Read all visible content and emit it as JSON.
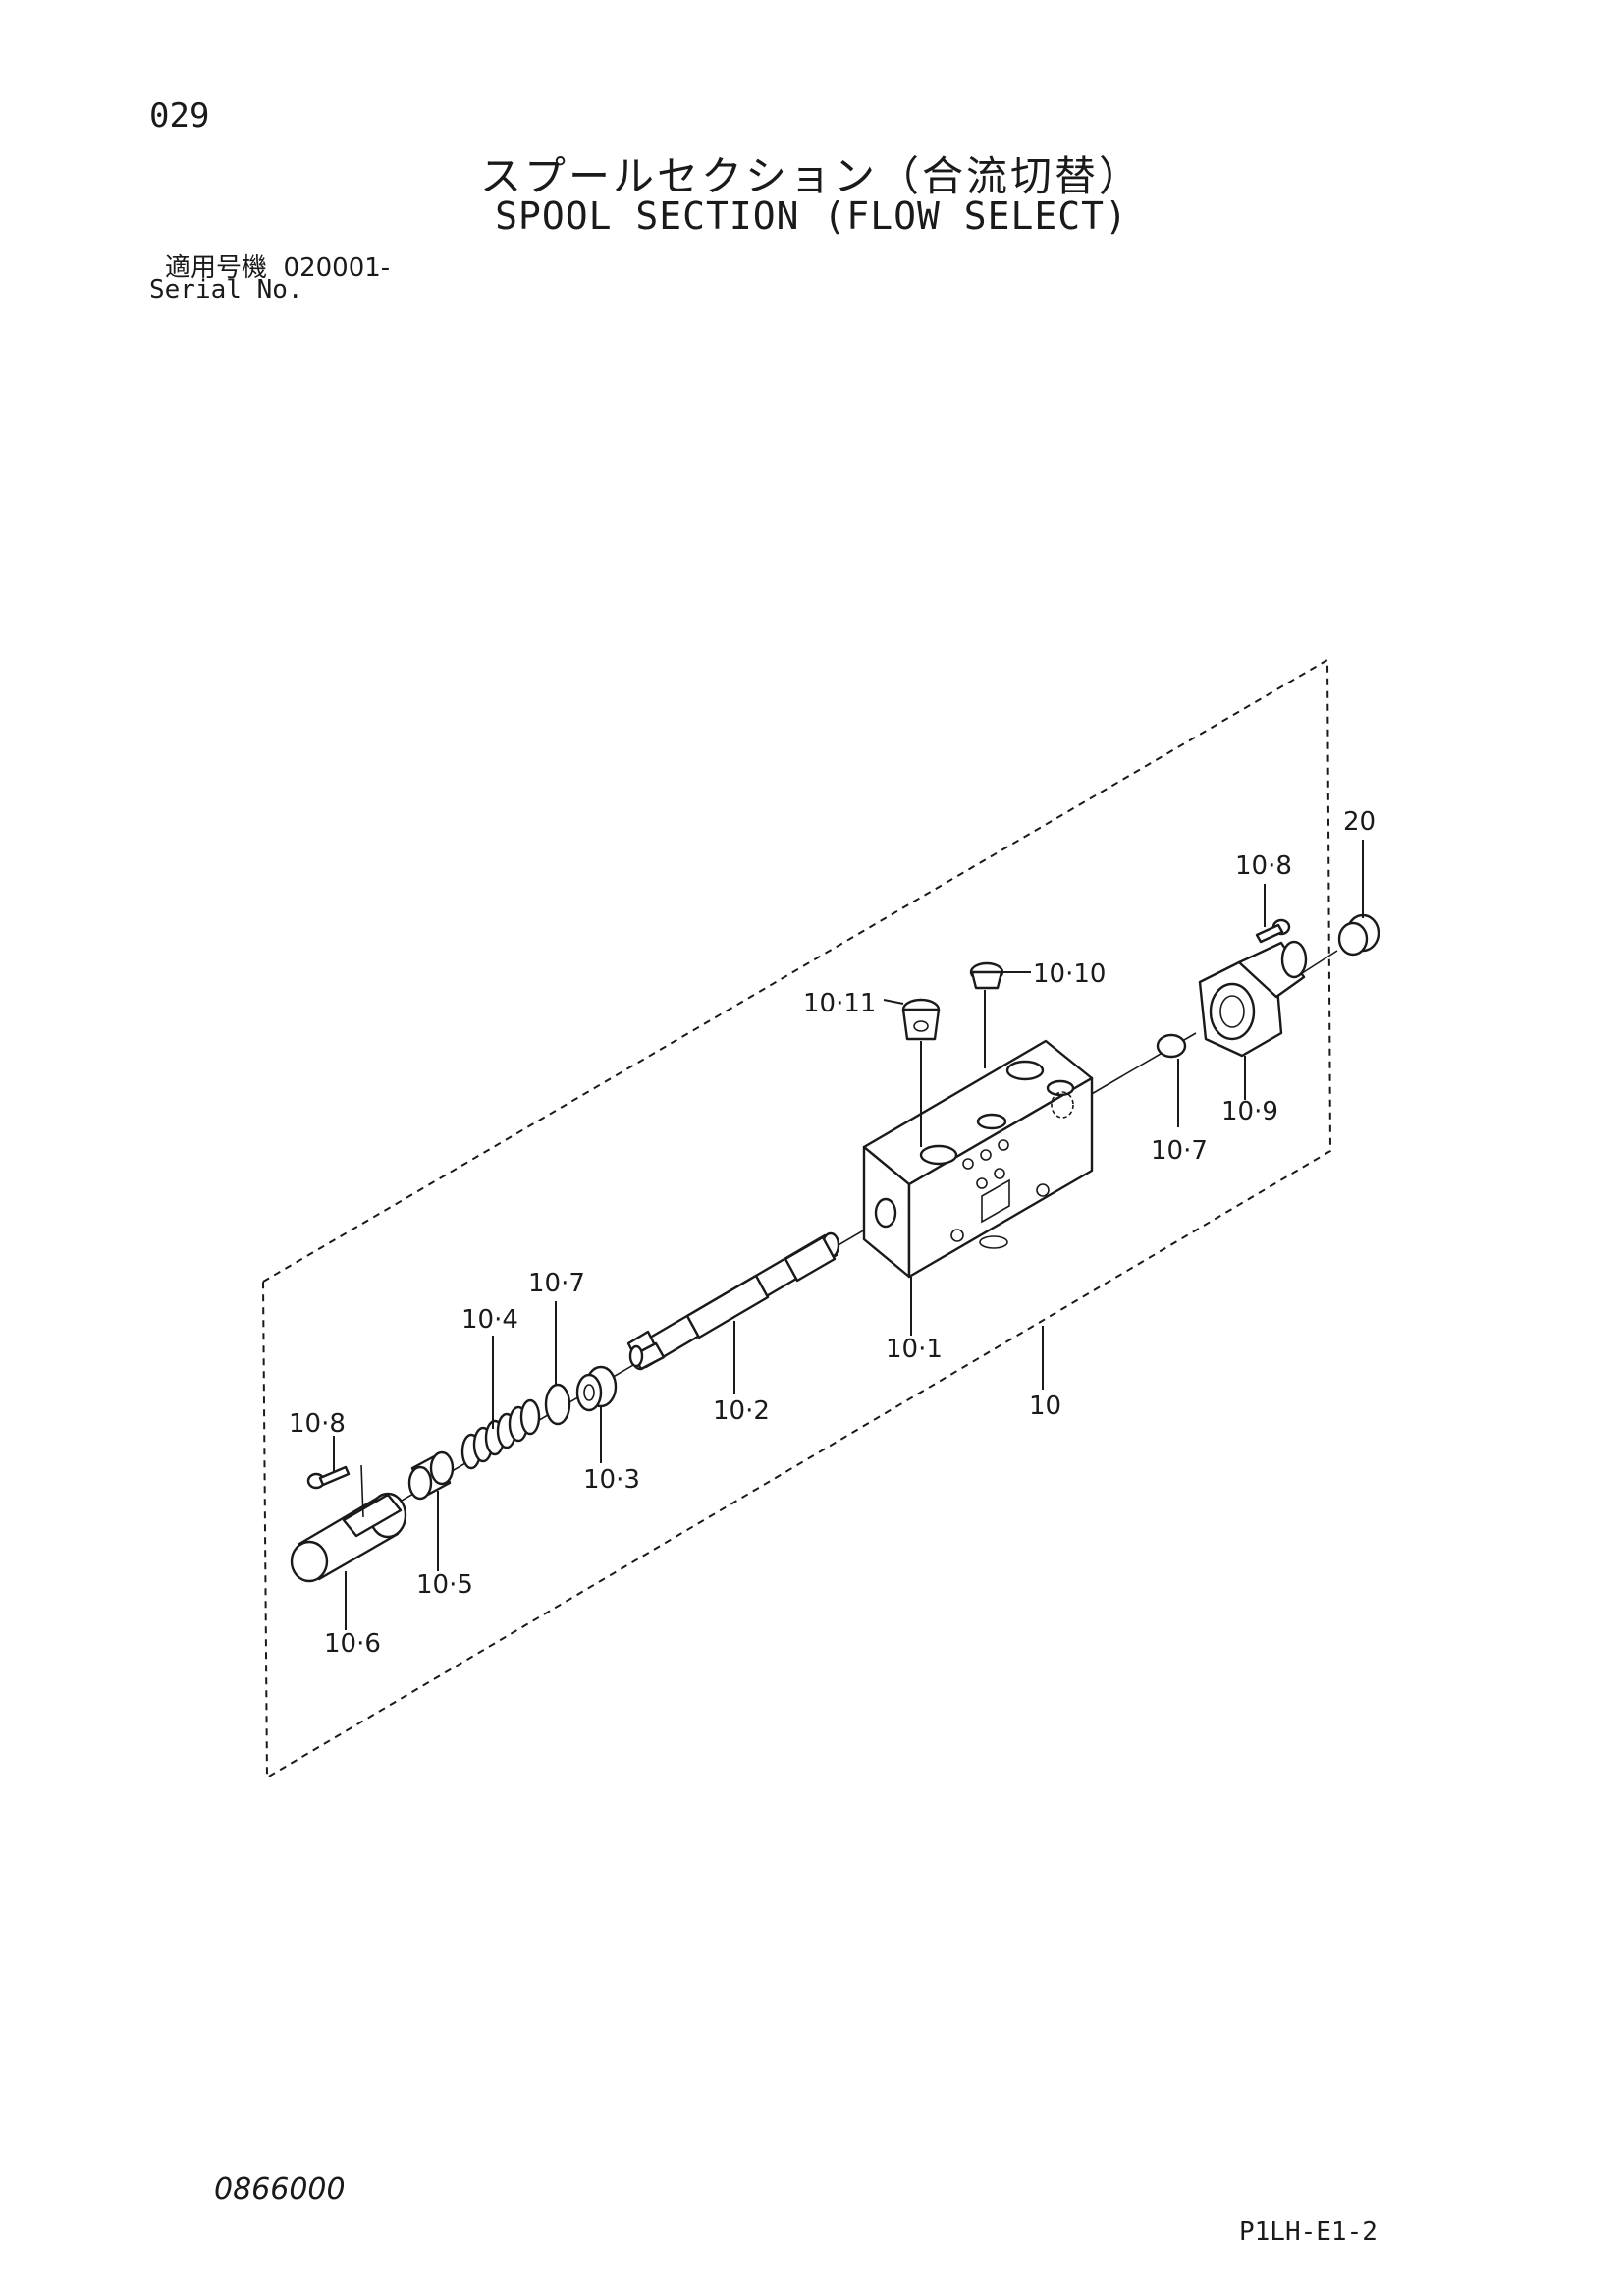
{
  "header": {
    "page_number": "029",
    "title_jp": "スプールセクション（合流切替）",
    "title_en": "SPOOL SECTION (FLOW SELECT)",
    "serial_label_jp": "適用号機",
    "serial_value": "020001-",
    "serial_label_en": "Serial No."
  },
  "footer": {
    "doc_code": "0866000",
    "page_code": "P1LH-E1-2"
  },
  "parts": {
    "p20": "20",
    "p10_8_upper": "10·8",
    "p10_10": "10·10",
    "p10_11": "10·11",
    "p10_9": "10·9",
    "p10_7_right": "10·7",
    "p10_1": "10·1",
    "p10": "10",
    "p10_2": "10·2",
    "p10_7_left": "10·7",
    "p10_4": "10·4",
    "p10_3": "10·3",
    "p10_8_lower": "10·8",
    "p10_5": "10·5",
    "p10_6": "10·6"
  }
}
